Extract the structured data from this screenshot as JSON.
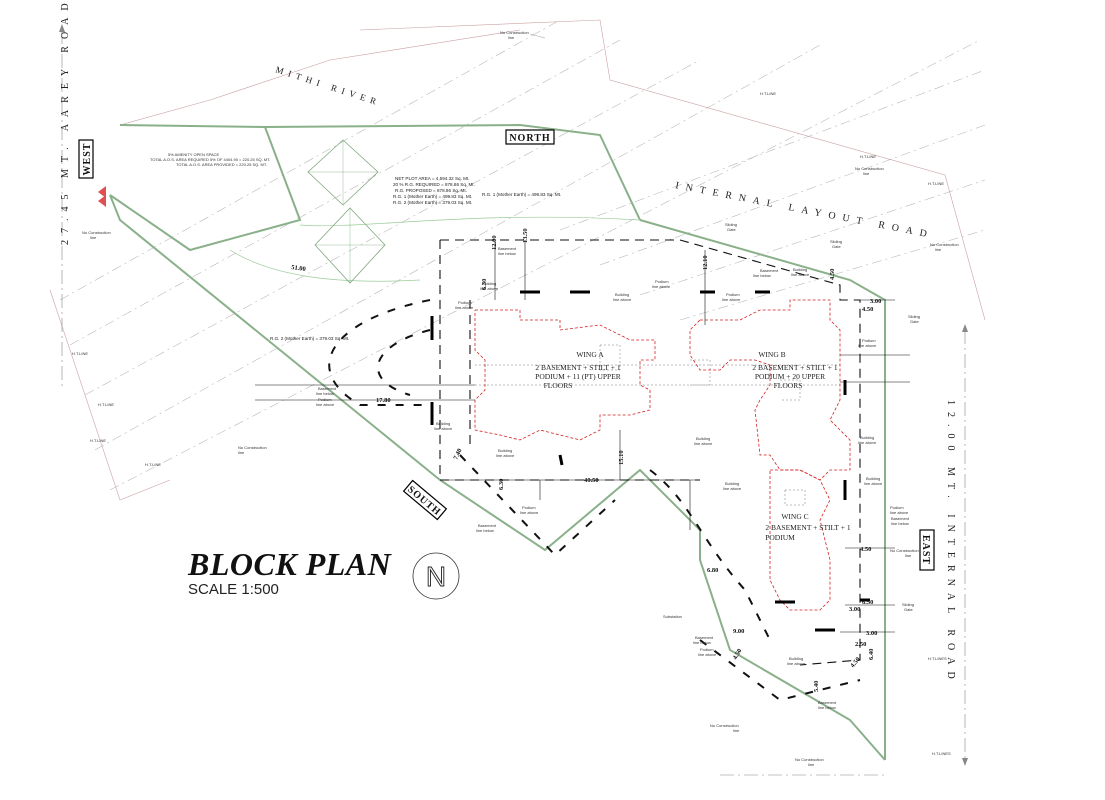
{
  "title": "BLOCK PLAN",
  "scale": "SCALE 1:500",
  "compass_letter": "N",
  "directions": {
    "north": "NORTH",
    "south": "SOUTH",
    "east": "EAST",
    "west": "WEST"
  },
  "roads": {
    "river": "MITHI RIVER",
    "internal_layout": "INTERNAL LAYOUT ROAD",
    "aarey": "27.45 MT. AAREY ROAD",
    "internal_east": "12.00 MT. INTERNAL ROAD"
  },
  "wings": {
    "a": {
      "name": "WING A",
      "line1": "2 BASEMENT + STILT + 1",
      "line2": "PODIUM + 11 (PT) UPPER",
      "line3": "FLOORS"
    },
    "b": {
      "name": "WING B",
      "line1": "2 BASEMENT + STILT + 1",
      "line2": "PODIUM + 20 UPPER",
      "line3": "FLOORS"
    },
    "c": {
      "name": "WING C",
      "line1": "2 BASEMENT + STILT + 1",
      "line2": "PODIUM"
    }
  },
  "area_notes": {
    "plot": [
      "NET PLOT AREA = 4,594.32 Sq. Mt.",
      "20 % R.G. REQUIRED = 878.86 Sq. Mt.",
      "R.G. PROPOSED = 878.86 Sq. Mt.",
      "R.G. 1 (Mother Earth) = 499.83 Sq. Mt.",
      "R.G. 2 (Mother Earth) = 379.03 Sq. Mt."
    ],
    "rg1": "R.G. 1 (Mother Earth) = 499.83 Sq. Mt.",
    "rg2": "R.G. 2 (Mother Earth) = 379.03 Sq. Mt.",
    "amenity": [
      "5% AMENITY OPEN SPACE",
      "TOTAL A.O.S. AREA REQUIRED 5% OF 4404.90 = 220.25 SQ. MT.",
      "TOTAL A.O.S. AREA PROVIDED = 220.25 SQ. MT."
    ]
  },
  "labels": {
    "no_construction_1": "No Construction",
    "no_construction_2": "line",
    "ht_line": "H.T.LINE",
    "ht_lines": "H.T.LINES",
    "sliding_1": "Sliding",
    "sliding_2": "Gate",
    "basement_1": "Basement",
    "basement_2": "line below",
    "podium_1": "Podium",
    "podium_2": "line above",
    "building_1": "Building",
    "building_2": "line above",
    "substation": "Substation"
  },
  "dimensions": [
    "12.00",
    "13.50",
    "6.30",
    "51.00",
    "17.80",
    "7.40",
    "40.50",
    "15.10",
    "12.10",
    "4.50",
    "3.00",
    "6.80",
    "9.00",
    "4.50",
    "3.00",
    "2.50",
    "4.50",
    "6.40",
    "3.00",
    "4.50",
    "6.50",
    "4.50",
    "5.40"
  ]
}
